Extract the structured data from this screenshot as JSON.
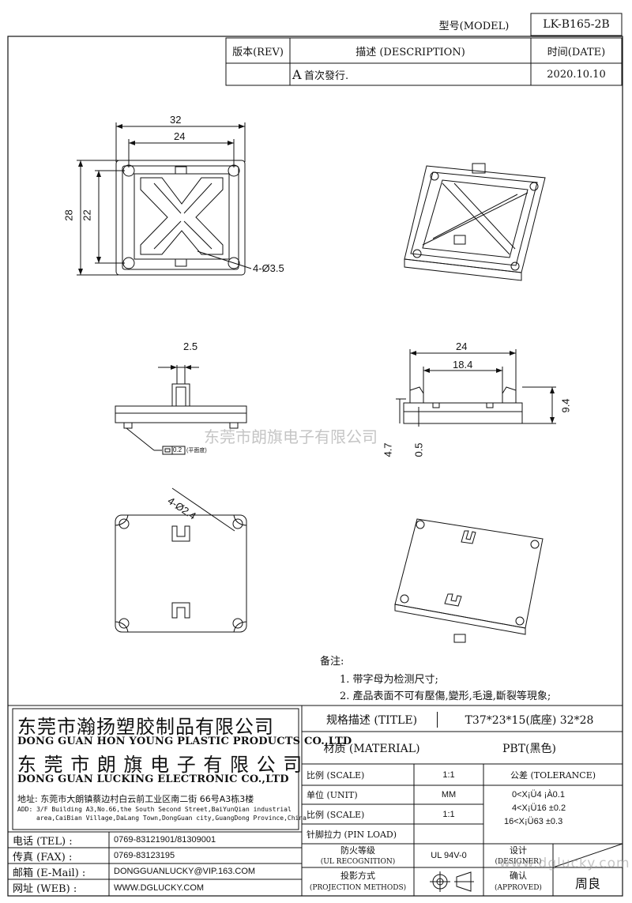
{
  "header": {
    "model_label": "型号(MODEL)",
    "model_value": "LK-B165-2B"
  },
  "revision": {
    "rev_label": "版本(REV)",
    "desc_label": "描述 (DESCRIPTION)",
    "date_label": "时间(DATE)",
    "rev_value": "A",
    "desc_value": "首次發行.",
    "date_value": "2020.10.10"
  },
  "dimensions": {
    "top_width_outer": "32",
    "top_width_inner": "24",
    "top_height_outer": "28",
    "top_height_inner": "22",
    "hole_top": "4-Ø3.5",
    "side_pin_width": "2.5",
    "flatness": "0.2",
    "flatness_note": "(平面度)",
    "front_width": "24",
    "front_inner": "18.4",
    "front_height": "9.4",
    "front_base": "4.7",
    "front_step": "0.5",
    "hole_bottom": "4-Ø2.4"
  },
  "notes": {
    "title": "备注:",
    "items": [
      "1. 带字母为检测尺寸;",
      "2. 產品表面不可有壓傷,變形,毛邊,斷裂等現象;"
    ]
  },
  "company": {
    "name_cn": "东莞市瀚扬塑胶制品有限公司",
    "name_en": "DONG GUAN HON YOUNG PLASTIC PRODUCTS CO.,LTD",
    "name2_cn": "东 莞 市 朗 旗 电 子 有 限 公 司",
    "name2_en": "DONG GUAN LUCKING ELECTRONIC CO.,LTD",
    "address_cn": "地址: 东莞市大朗镇蔡边村白云前工业区南二街 66号A3栋3楼",
    "address_en_1": "ADD: 3/F Building A3,No.66,the South Second Street,BaiYunQian industrial",
    "address_en_2": "area,CaiBian Village,DaLang Town,DongGuan city,GuangDong Province,China"
  },
  "contacts": [
    {
      "label": "电话 (TEL) :",
      "value": "0769-83121901/81309001"
    },
    {
      "label": "传真 (FAX) :",
      "value": "0769-83123195"
    },
    {
      "label": "邮箱 (E-Mail) :",
      "value": "DONGGUANLUCKY@VIP.163.COM"
    },
    {
      "label": "网址 (WEB) :",
      "value": "WWW.DGLUCKY.COM"
    }
  ],
  "specs": {
    "title_label": "规格描述 (TITLE)",
    "title_value": "T37*23*15(底座) 32*28",
    "material_label": "材质 (MATERIAL)",
    "material_value": "PBT(黑色)",
    "scale_label": "比例 (SCALE)",
    "scale_value": "1:1",
    "unit_label": "单位 (UNIT)",
    "unit_value": "MM",
    "scale2_label": "比例 (SCALE)",
    "scale2_value": "1:1",
    "pin_label": "针脚拉力 (PIN LOAD)",
    "fire_label_1": "防火等级",
    "fire_label_2": "(UL RECOGNITION)",
    "fire_value": "UL 94V-0",
    "proj_label_1": "投影方式",
    "proj_label_2": "(PROJECTION METHODS)",
    "tolerance_label": "公差 (TOLERANCE)",
    "tolerance_1": "0<X¡Ü4  ¡À0.1",
    "tolerance_2": "4<X¡Ü16  ±0.2",
    "tolerance_3": "16<X¡Ü63 ±0.3",
    "designer_1": "设计",
    "designer_2": "(DESIGNER)",
    "approved_1": "确认",
    "approved_2": "(APPROVED)",
    "approved_value": "周良"
  },
  "watermarks": {
    "center": "东莞市朗旗电子有限公司",
    "corner": "www.dglucky.com"
  }
}
